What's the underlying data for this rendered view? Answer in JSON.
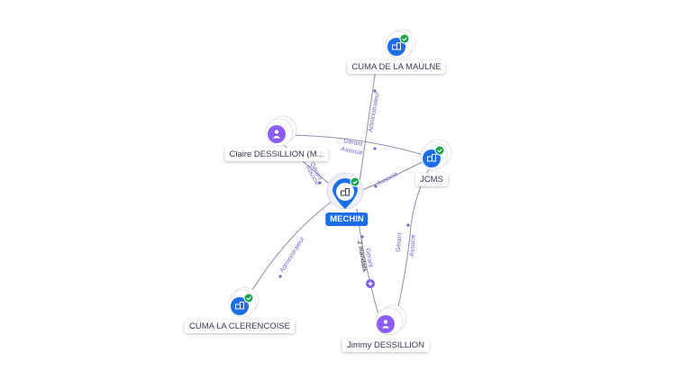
{
  "colors": {
    "company": "#1a6ee8",
    "person": "#8b5cf6",
    "verified": "#16a34a",
    "edge": "#8a8fa8",
    "edge_label": "#6f67c9"
  },
  "nodes": {
    "mechin": {
      "label": "MECHIN",
      "icon": "building-icon",
      "verified": true
    },
    "cuma_maulne": {
      "label": "CUMA DE LA MAULNE",
      "icon": "building-icon",
      "verified": true
    },
    "claire": {
      "label": "Claire DESSILLION (M...",
      "icon": "person-icon"
    },
    "jcms": {
      "label": "JCMS",
      "icon": "building-icon",
      "verified": true
    },
    "cuma_clerencoise": {
      "label": "CUMA LA CLERENCOISE",
      "icon": "building-icon",
      "verified": true
    },
    "jimmy": {
      "label": "Jimmy DESSILLION",
      "icon": "person-icon"
    }
  },
  "edges": {
    "mechin_maulne": "Administrateur",
    "claire_jcms_1": "Gérant",
    "claire_jcms_2": "Associé",
    "claire_mechin_1": "Gérant",
    "claire_mechin_2": "Associé",
    "mechin_jcms": "Associé",
    "mechin_clerencoise": "Administrateur",
    "jimmy_mechin_1": "Gérant",
    "jimmy_mechin_2": "2 mandats",
    "jimmy_jcms_1": "Gérant",
    "jimmy_jcms_2": "Associé"
  }
}
